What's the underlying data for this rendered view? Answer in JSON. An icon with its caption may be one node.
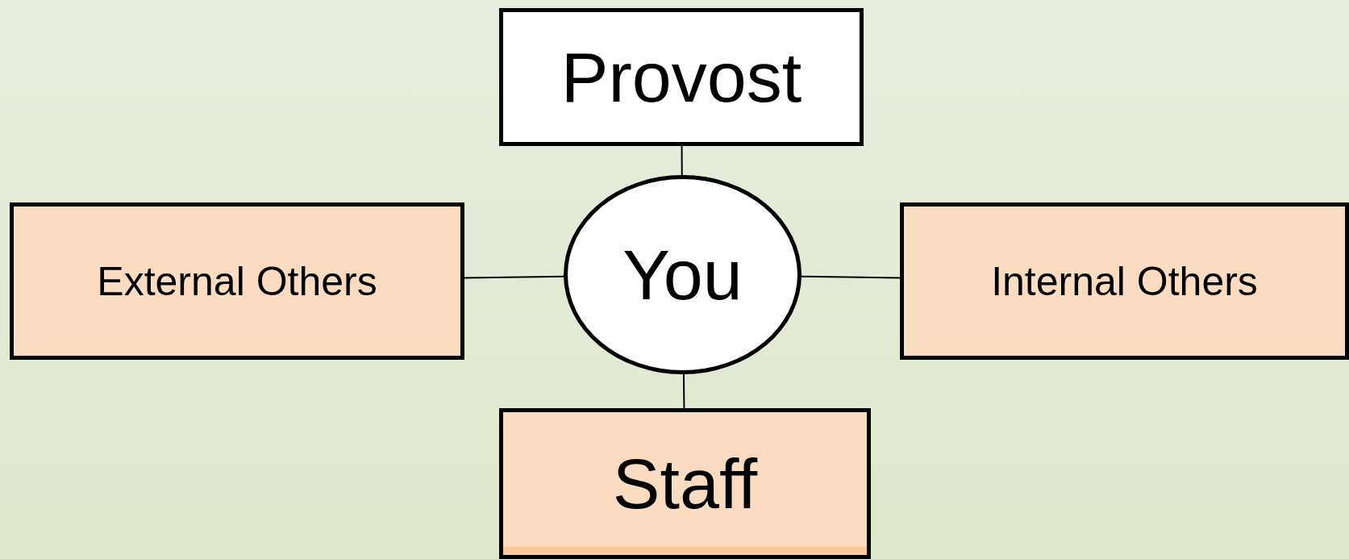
{
  "diagram": {
    "nodes": [
      {
        "text": [
          "Provost"
        ]
      },
      {
        "text": [
          "External Others"
        ]
      },
      {
        "text": [
          "You"
        ]
      },
      {
        "text": [
          "Internal Others"
        ]
      },
      {
        "text": [
          "Staff"
        ]
      }
    ],
    "edges": [
      {
        "from": 0,
        "to": 2,
        "arrow": "none"
      },
      {
        "from": 1,
        "to": 2,
        "arrow": "none"
      },
      {
        "from": 2,
        "to": 3,
        "arrow": "none"
      },
      {
        "from": 2,
        "to": 4,
        "arrow": "none"
      }
    ]
  }
}
